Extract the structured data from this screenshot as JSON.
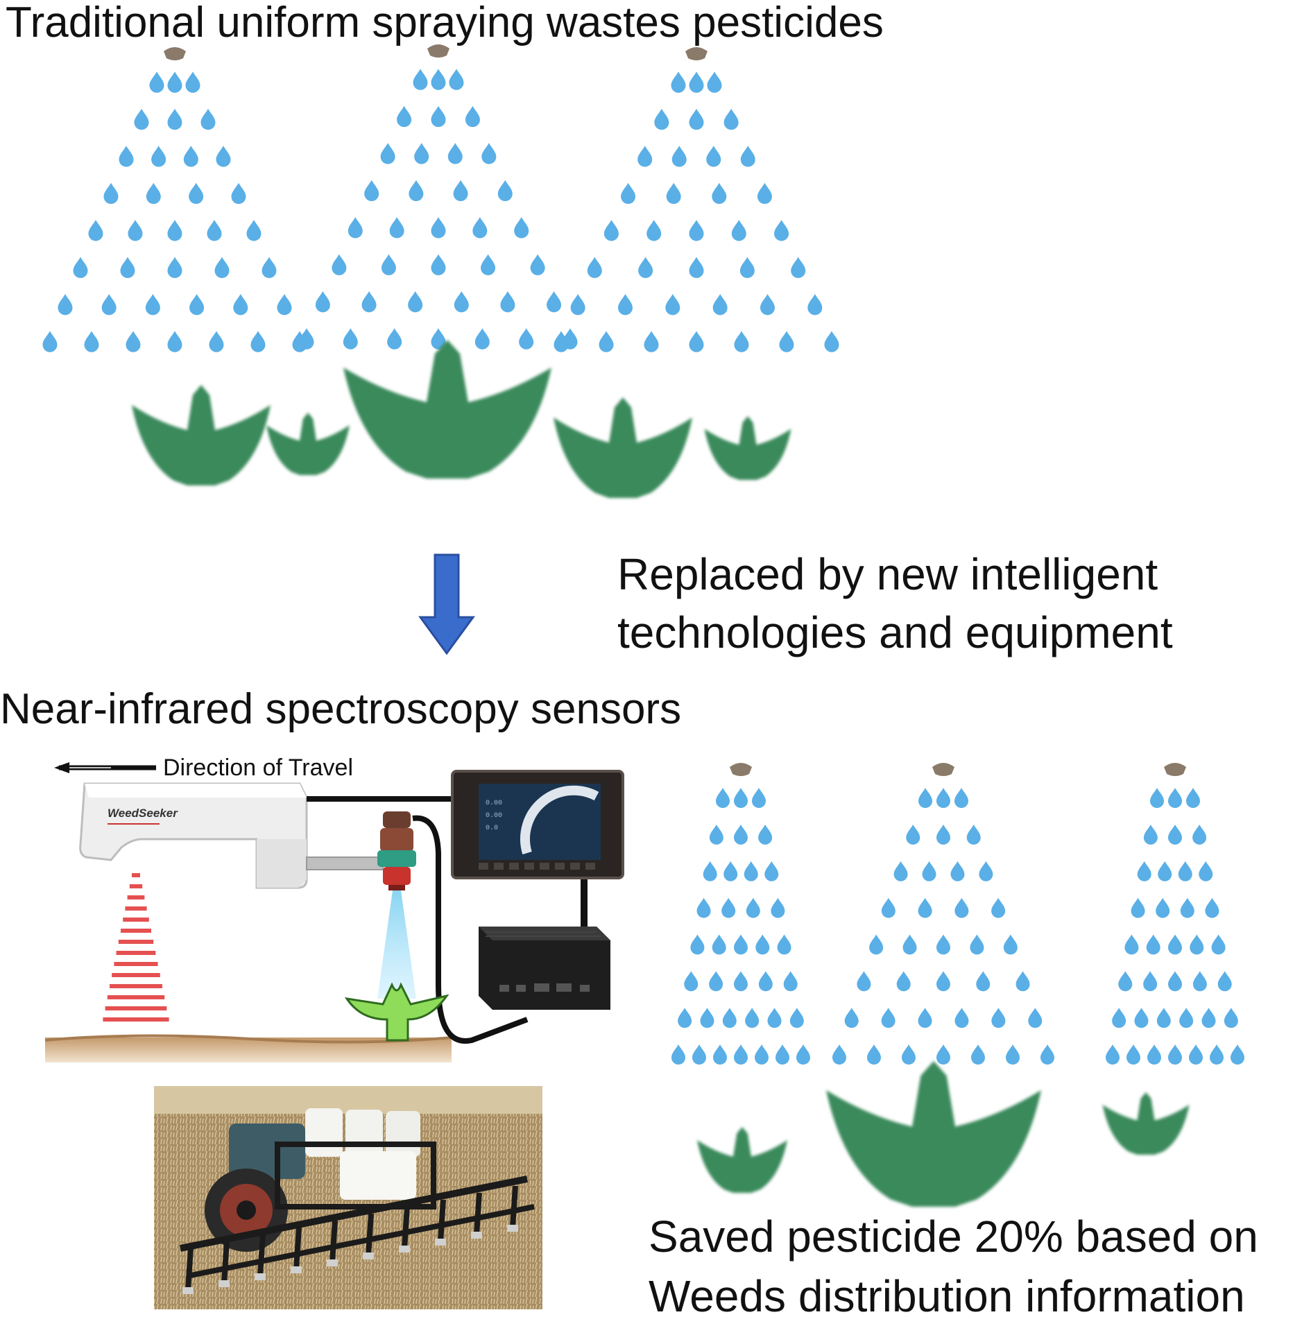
{
  "top_section": {
    "title": "Traditional uniform spraying wastes pesticides"
  },
  "transition": {
    "caption_line1": "Replaced by new intelligent",
    "caption_line2": "technologies and equipment"
  },
  "bottom_section": {
    "title": "Near-infrared spectroscopy sensors",
    "direction_label": "Direction of Travel",
    "sensor_brand": "WeedSeeker",
    "caption_line1": "Saved pesticide 20% based on",
    "caption_line2": "Weeds distribution information"
  },
  "colors": {
    "droplet": "#5aafe6",
    "plant": "#3a8a5c",
    "nozzle": "#8a7a6a",
    "arrow": "#3a6ccc",
    "seedling": "#8fdc5a",
    "sensor_beam": "#e55050",
    "spray_cone": "#7cd0f0",
    "soil": "#c9a27a"
  }
}
